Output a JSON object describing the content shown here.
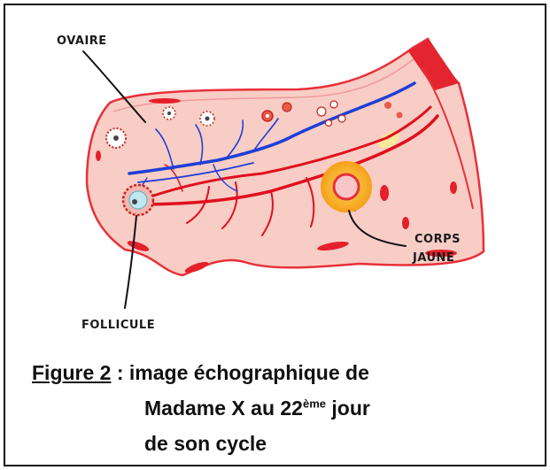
{
  "labels": {
    "ovaire": "OVAIRE",
    "follicule": "FOLLICULE",
    "corps_line1": "CORPS",
    "corps_line2": "JAUNE"
  },
  "caption": {
    "figure_label": "Figure 2",
    "separator": " : ",
    "line1_text": "image échographique de",
    "line2_text": "Madame X au 22",
    "line2_sup": "ème",
    "line2_end": " jour",
    "line3_text": "de son cycle"
  },
  "colors": {
    "ovary_fill": "#f8cdc6",
    "ovary_outline": "#e8303a",
    "artery": "#e0101e",
    "vein": "#1f3fd6",
    "corps_jaune_outer": "#f6a21c",
    "corps_jaune_center": "#f8c6c9",
    "follicle_ring": "#c2271f"
  }
}
